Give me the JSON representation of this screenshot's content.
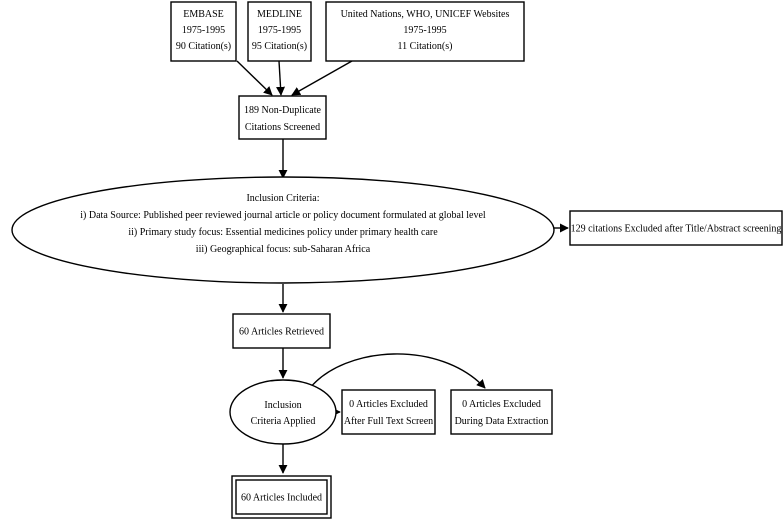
{
  "flowchart": {
    "sources": {
      "embase": {
        "name": "EMBASE",
        "years": "1975-1995",
        "count": "90 Citation(s)"
      },
      "medline": {
        "name": "MEDLINE",
        "years": "1975-1995",
        "count": "95 Citation(s)"
      },
      "un": {
        "name": "United Nations, WHO, UNICEF Websites",
        "years": "1975-1995",
        "count": "11 Citation(s)"
      }
    },
    "screened": {
      "line1": "189 Non-Duplicate",
      "line2": "Citations Screened"
    },
    "criteria": {
      "title": "Inclusion Criteria:",
      "item1": "i) Data Source: Published peer reviewed journal article or policy document formulated at global level",
      "item2": "ii) Primary study focus: Essential medicines policy under primary health care",
      "item3": "iii) Geographical focus: sub-Saharan Africa"
    },
    "excluded_title_abstract": "129 citations Excluded after Title/Abstract screening",
    "retrieved": "60 Articles Retrieved",
    "applied": {
      "line1": "Inclusion",
      "line2": "Criteria Applied"
    },
    "excluded_full_text": {
      "line1": "0 Articles Excluded",
      "line2": "After Full Text Screen"
    },
    "excluded_extraction": {
      "line1": "0 Articles Excluded",
      "line2": "During Data Extraction"
    },
    "included": "60 Articles Included"
  }
}
